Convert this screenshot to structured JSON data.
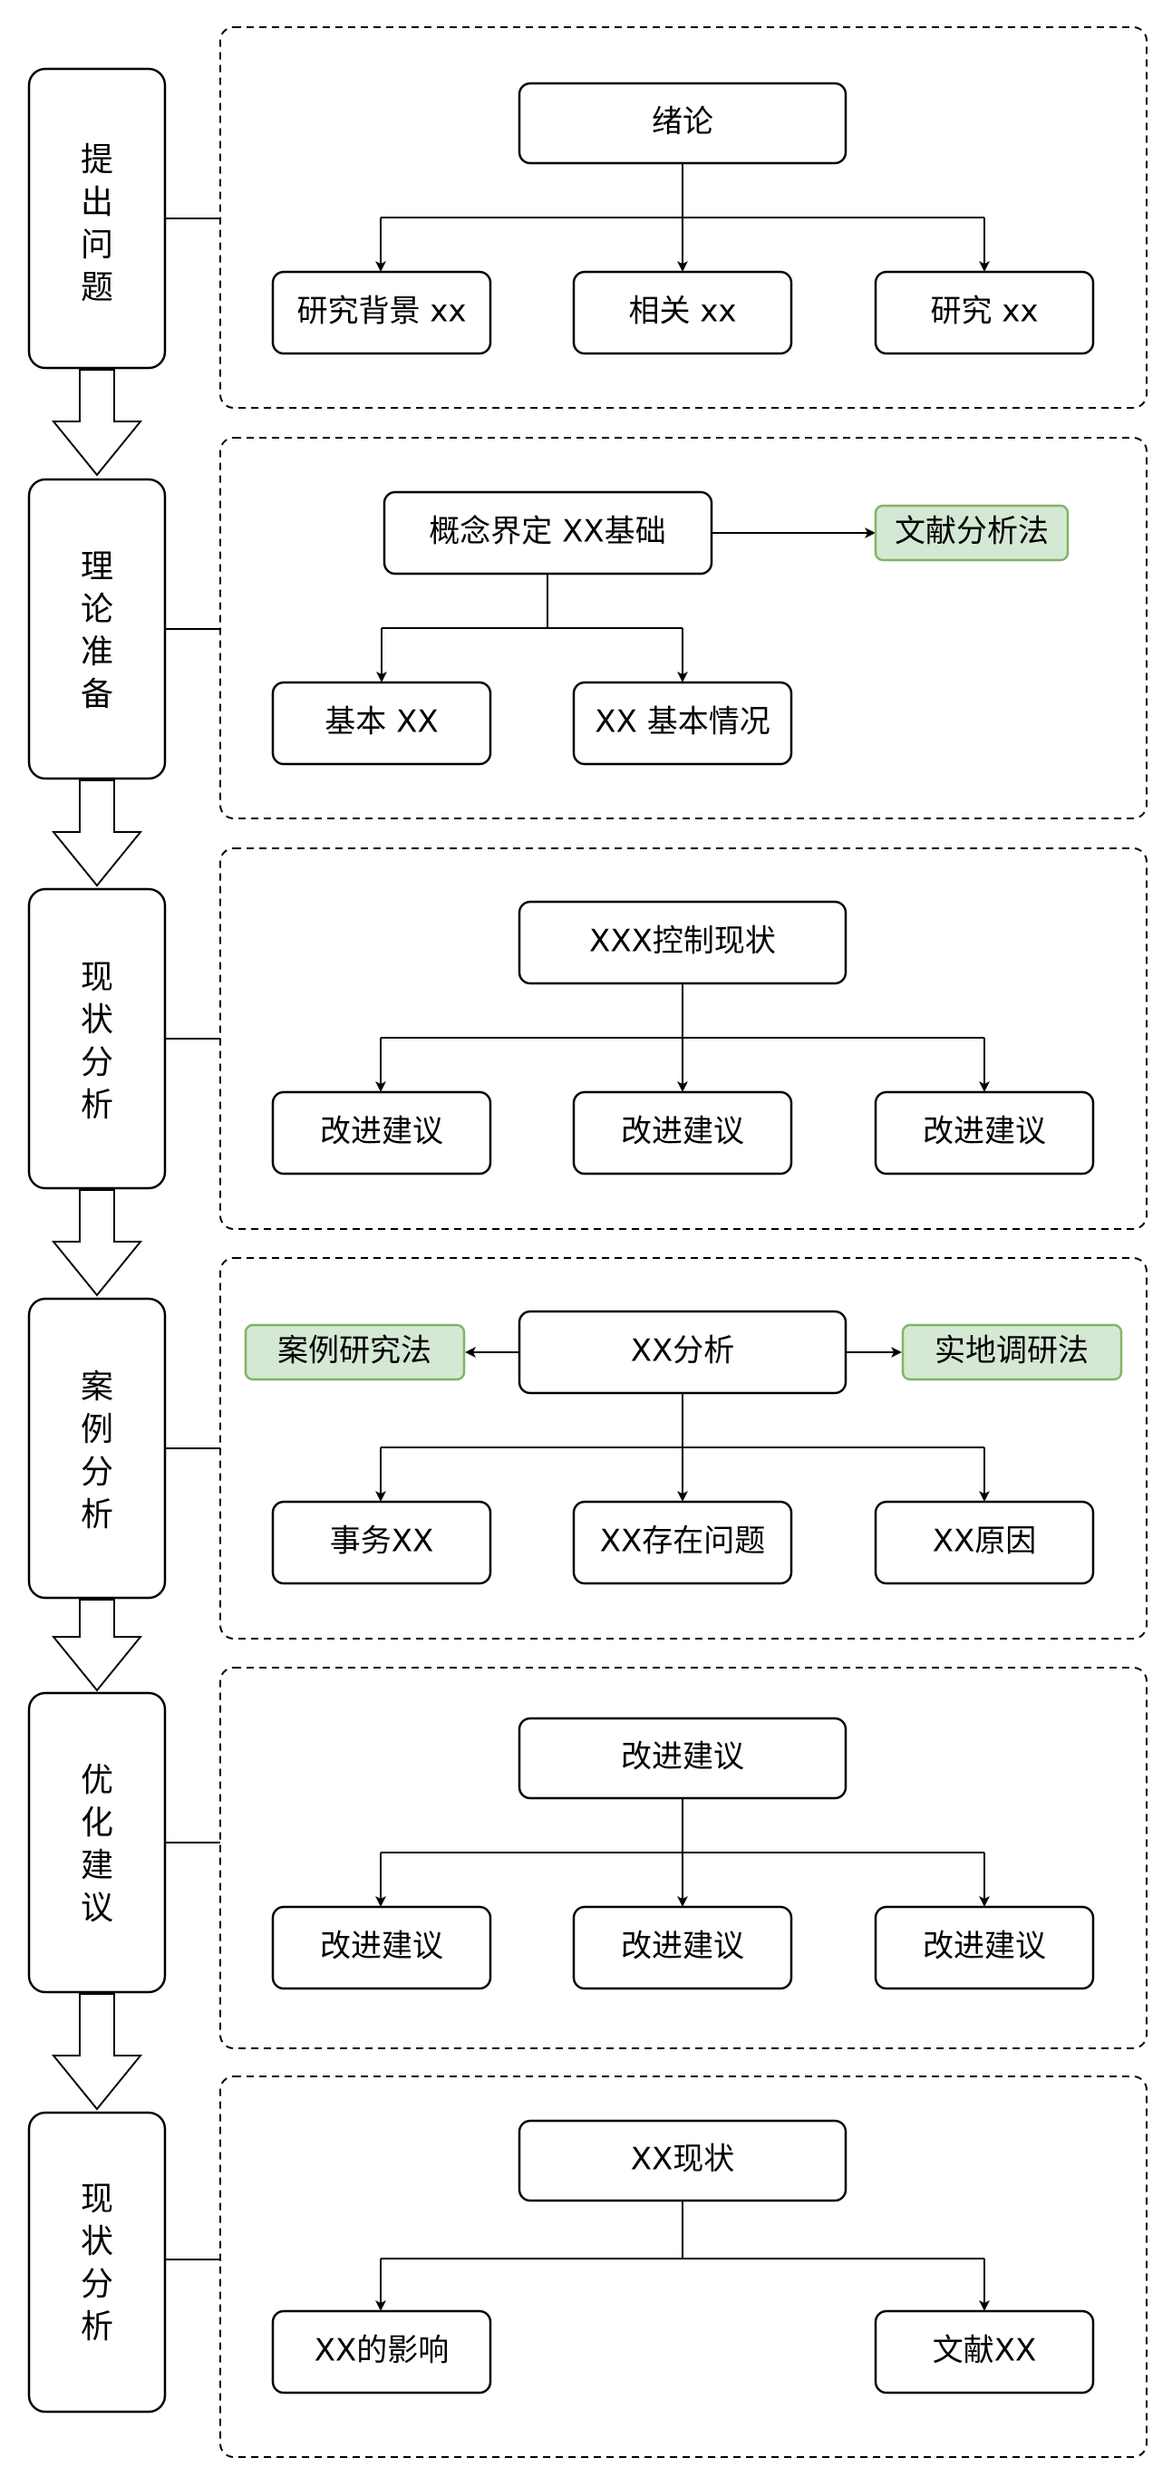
{
  "colors": {
    "stroke": "#000000",
    "method_fill": "#d5e8d4",
    "method_stroke": "#82b366",
    "background": "#ffffff"
  },
  "stages": [
    {
      "label": "提出问题",
      "chars": [
        "提",
        "出",
        "问",
        "题"
      ],
      "root": "绪论",
      "children": [
        "研究背景 xx",
        "相关 xx",
        "研究 xx"
      ],
      "methods_right": "",
      "methods_left": ""
    },
    {
      "label": "理论准备",
      "chars": [
        "理",
        "论",
        "准",
        "备"
      ],
      "root": "概念界定 XX基础",
      "children": [
        "基本 XX",
        "XX 基本情况"
      ],
      "methods_right": "文献分析法",
      "methods_left": ""
    },
    {
      "label": "现状分析",
      "chars": [
        "现",
        "状",
        "分",
        "析"
      ],
      "root": "XXX控制现状",
      "children": [
        "改进建议",
        "改进建议",
        "改进建议"
      ],
      "methods_right": "",
      "methods_left": ""
    },
    {
      "label": "案例分析",
      "chars": [
        "案",
        "例",
        "分",
        "析"
      ],
      "root": "XX分析",
      "children": [
        "事务XX",
        "XX存在问题",
        "XX原因"
      ],
      "methods_right": "实地调研法",
      "methods_left": "案例研究法"
    },
    {
      "label": "优化建议",
      "chars": [
        "优",
        "化",
        "建",
        "议"
      ],
      "root": "改进建议",
      "children": [
        "改进建议",
        "改进建议",
        "改进建议"
      ],
      "methods_right": "",
      "methods_left": ""
    },
    {
      "label": "现状分析",
      "chars": [
        "现",
        "状",
        "分",
        "析"
      ],
      "root": "XX现状",
      "children": [
        "XX的影响",
        "文献XX"
      ],
      "methods_right": "",
      "methods_left": ""
    }
  ]
}
